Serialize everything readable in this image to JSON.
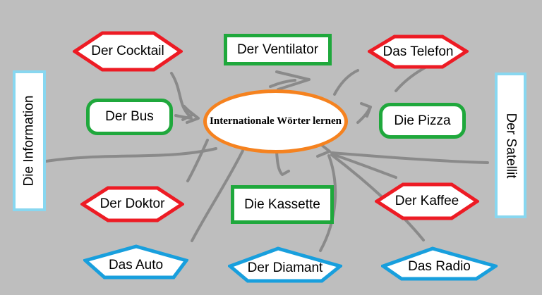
{
  "diagram": {
    "background_color": "#BEBEBE",
    "connector_color": "#8A8A8A",
    "center": {
      "label": "Internationale Wörter lernen",
      "border_color": "#F5821F",
      "fill_color": "#FFFFFF"
    },
    "nodes": [
      {
        "id": "cocktail",
        "label": "Der Cocktail",
        "shape": "hexagon",
        "border_color": "#ED1B24"
      },
      {
        "id": "ventilator",
        "label": "Der Ventilator",
        "shape": "rectangle",
        "border_color": "#1FA83C"
      },
      {
        "id": "telefon",
        "label": "Das Telefon",
        "shape": "hexagon",
        "border_color": "#ED1B24"
      },
      {
        "id": "information",
        "label": "Die Information",
        "shape": "vertical-rectangle",
        "border_color": "#88D7F0"
      },
      {
        "id": "bus",
        "label": "Der Bus",
        "shape": "rounded-rectangle",
        "border_color": "#1FA83C"
      },
      {
        "id": "pizza",
        "label": "Die Pizza",
        "shape": "rounded-rectangle",
        "border_color": "#1FA83C"
      },
      {
        "id": "satellit",
        "label": "Der Satellit",
        "shape": "vertical-rectangle",
        "border_color": "#88D7F0"
      },
      {
        "id": "doktor",
        "label": "Der Doktor",
        "shape": "hexagon",
        "border_color": "#ED1B24"
      },
      {
        "id": "kassette",
        "label": "Die Kassette",
        "shape": "rectangle",
        "border_color": "#1FA83C"
      },
      {
        "id": "kaffee",
        "label": "Der Kaffee",
        "shape": "hexagon",
        "border_color": "#ED1B24"
      },
      {
        "id": "auto",
        "label": "Das Auto",
        "shape": "pentagon",
        "border_color": "#189FDD"
      },
      {
        "id": "diamant",
        "label": "Der Diamant",
        "shape": "pentagon",
        "border_color": "#189FDD"
      },
      {
        "id": "radio",
        "label": "Das Radio",
        "shape": "pentagon",
        "border_color": "#189FDD"
      }
    ]
  }
}
